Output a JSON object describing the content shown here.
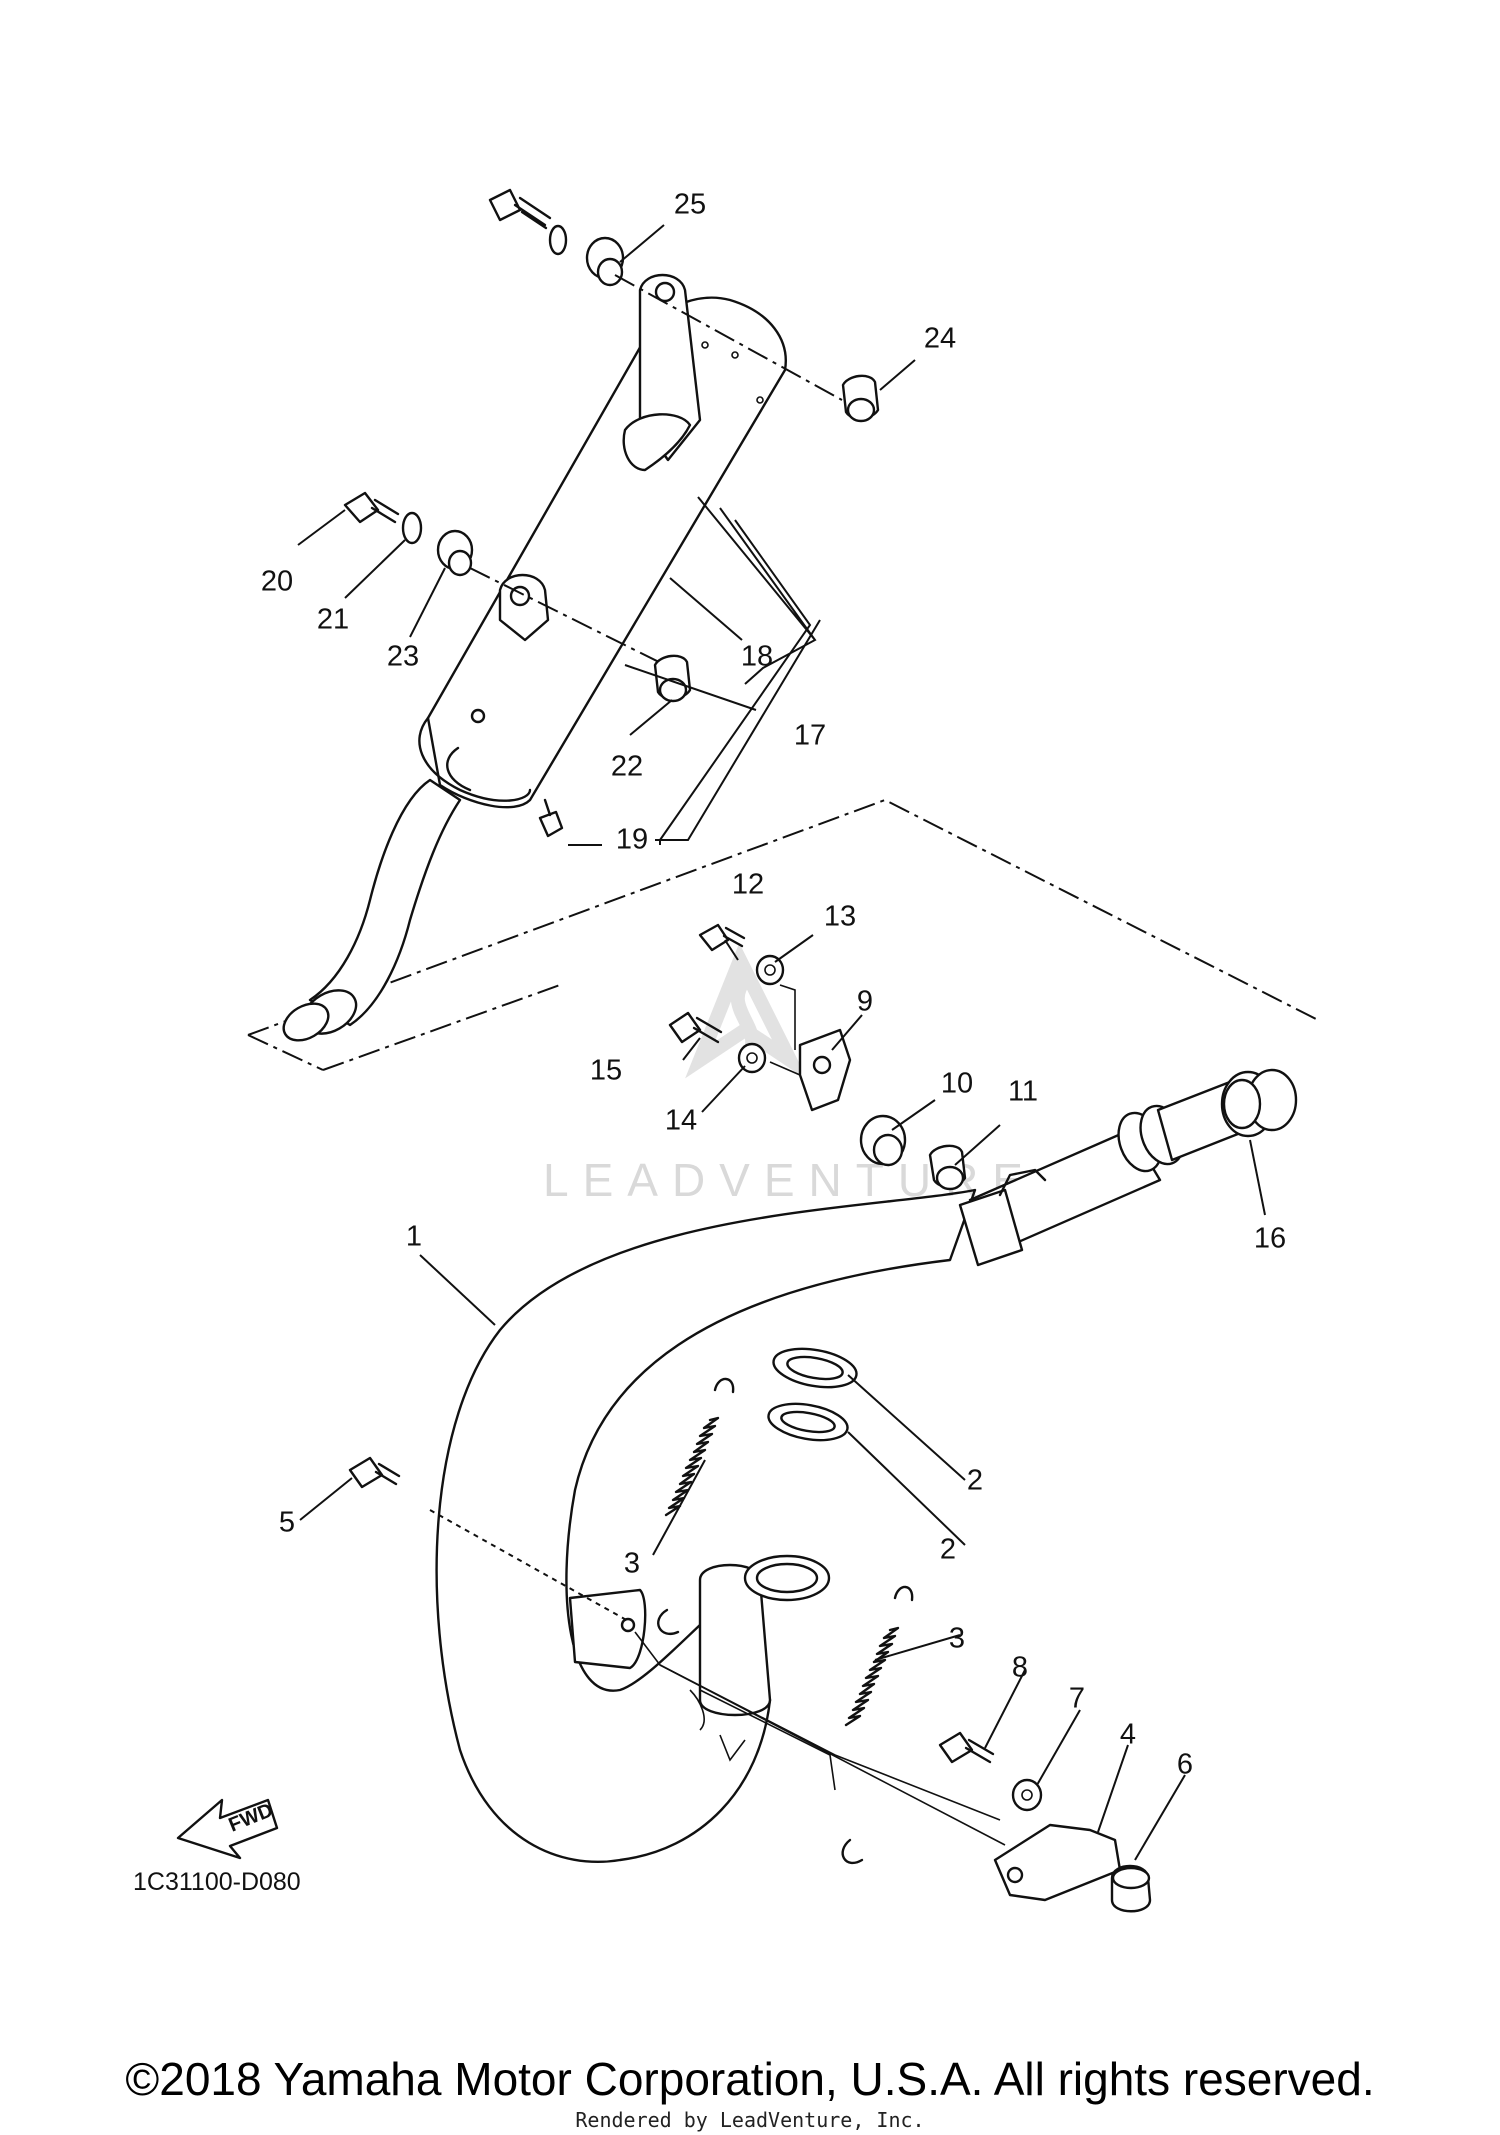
{
  "diagram": {
    "watermark": "LEADVENTURE",
    "diagram_code": "1C31100-D080",
    "fwd_label": "FWD",
    "callouts": {
      "c1": "1",
      "c2a": "2",
      "c2b": "2",
      "c3a": "3",
      "c3b": "3",
      "c4": "4",
      "c5": "5",
      "c6": "6",
      "c7": "7",
      "c8": "8",
      "c9": "9",
      "c10": "10",
      "c11": "11",
      "c12": "12",
      "c13": "13",
      "c14": "14",
      "c15": "15",
      "c16": "16",
      "c17": "17",
      "c18": "18",
      "c19": "19",
      "c20": "20",
      "c21": "21",
      "c22": "22",
      "c23": "23",
      "c24": "24",
      "c25": "25"
    }
  },
  "footer": {
    "copyright": "©2018 Yamaha Motor Corporation, U.S.A. All rights reserved.",
    "rendered_by": "Rendered by LeadVenture, Inc."
  }
}
